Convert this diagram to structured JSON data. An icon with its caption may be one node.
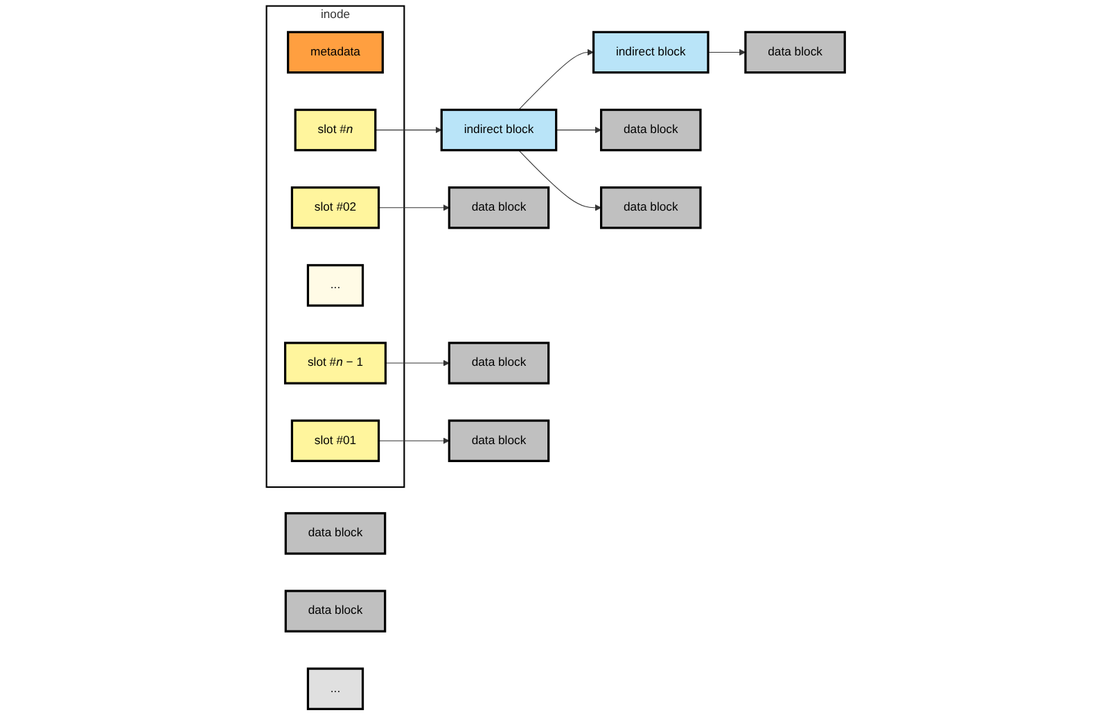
{
  "diagram": {
    "nodes": [
      {
        "text": [
          "inode"
        ]
      },
      {
        "text": [
          "metadata"
        ],
        "in": 0
      },
      {
        "text": [
          "slot #01"
        ],
        "in": 0
      },
      {
        "text": [
          "slot #02"
        ],
        "in": 0
      },
      {
        "text": [
          "..."
        ],
        "in": 0
      },
      {
        "text": [
          "slot #*n* − 1"
        ],
        "in": 0
      },
      {
        "text": [
          "slot #*n*"
        ],
        "in": 0
      },
      {
        "text": [
          "indirect block"
        ]
      },
      {
        "text": [
          "indirect block"
        ]
      },
      {
        "text": [
          "data block"
        ]
      },
      {
        "text": [
          "data block"
        ]
      },
      {
        "text": [
          "data block"
        ]
      },
      {
        "text": [
          "data block"
        ]
      },
      {
        "text": [
          "data block"
        ]
      },
      {
        "text": [
          "data block"
        ]
      },
      {
        "text": [
          "data block"
        ]
      },
      {
        "text": [
          "..."
        ]
      },
      {
        "text": [
          "data block"
        ]
      }
    ],
    "edges": [
      {
        "from": 2,
        "to": 14,
        "arrow": "to"
      },
      {
        "from": 3,
        "to": 10,
        "arrow": "to"
      },
      {
        "from": 5,
        "to": 13,
        "arrow": "to"
      },
      {
        "from": 6,
        "to": 7,
        "arrow": "to"
      },
      {
        "from": 7,
        "to": 12,
        "arrow": "to"
      },
      {
        "from": 7,
        "to": 15,
        "arrow": "to"
      },
      {
        "from": 7,
        "to": 8,
        "arrow": "to"
      },
      {
        "from": 8,
        "to": 17,
        "arrow": "to"
      }
    ]
  }
}
